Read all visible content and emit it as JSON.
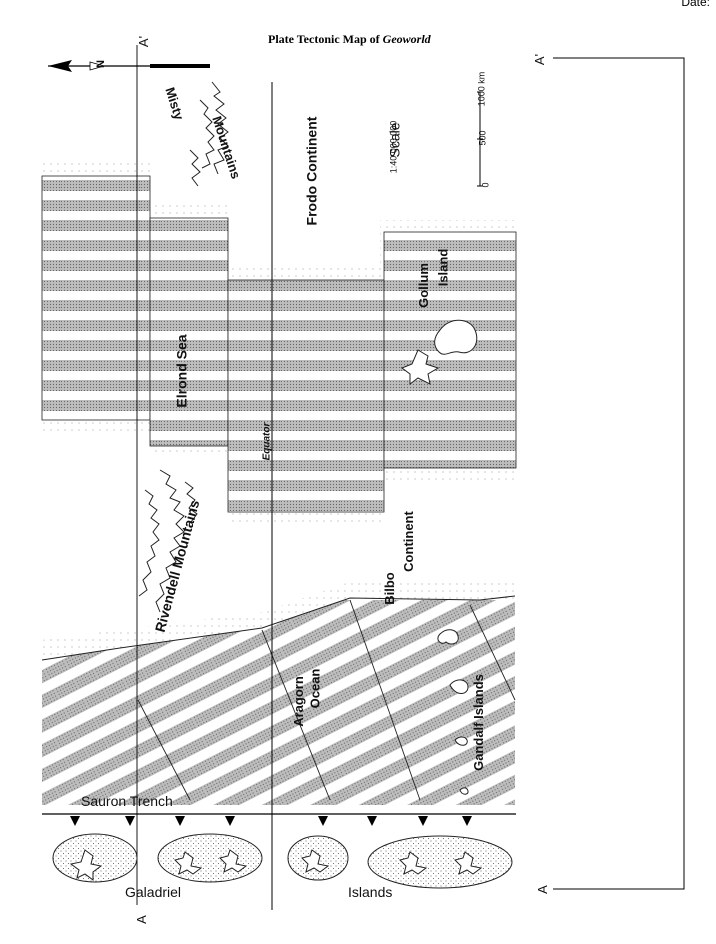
{
  "header": {
    "date_label": "Date:",
    "title_prefix": "Plate Tectonic Map of ",
    "title_emph": "Geoworld"
  },
  "compass": {
    "north_label": "N"
  },
  "profile_markers": {
    "top_left": "A'",
    "bottom_left": "A",
    "top_right": "A'",
    "bottom_right": "A"
  },
  "scale": {
    "title": "Scale",
    "ratio": "1:40 000 000",
    "ticks": [
      "0",
      "500",
      "1000 km"
    ]
  },
  "features": {
    "misty": "Misty",
    "mountains_top": "Mountains",
    "frodo": "Frodo Continent",
    "gollum": "Gollum",
    "island": "Island",
    "elrond": "Elrond Sea",
    "equator": "Equator",
    "rivendell": "Rivendell Mountains",
    "bilbo": "Bilbo",
    "continent": "Continent",
    "aragorn": "Aragorn",
    "ocean": "Ocean",
    "gandalf": "Gandalf Islands",
    "sauron": "Sauron Trench",
    "galadriel": "Galadriel",
    "islands": "Islands"
  }
}
